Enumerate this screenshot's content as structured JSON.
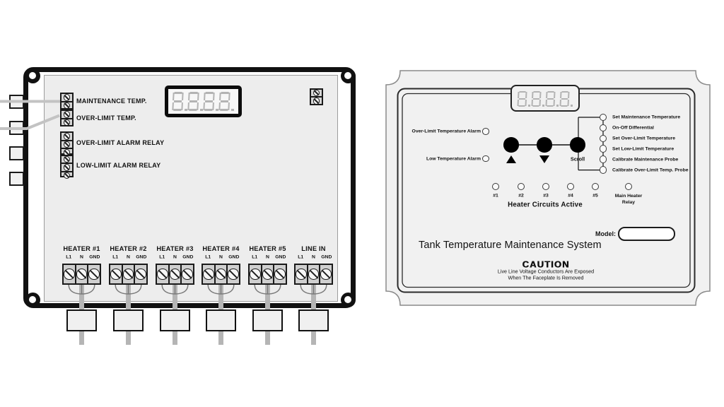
{
  "left_unit": {
    "display_value": "8.8.8.8.",
    "terminal_labels": [
      "MAINTENANCE TEMP.",
      "OVER-LIMIT TEMP.",
      "OVER-LIMIT ALARM RELAY",
      "LOW-LIMIT ALARM RELAY"
    ],
    "power": {
      "groups": [
        "HEATER #1",
        "HEATER #2",
        "HEATER #3",
        "HEATER #4",
        "HEATER #5",
        "LINE IN"
      ],
      "pins": [
        "L1",
        "N",
        "GND"
      ]
    }
  },
  "faceplate": {
    "display_value": "8.8.8.8.",
    "alarm_labels": [
      "Over-Limit Temperature Alarm",
      "Low Temperature Alarm"
    ],
    "scroll_label": "Scroll",
    "menu_labels": [
      "Set Maintenance Temperature",
      "On-Off Differential",
      "Set Over-Limit Temperature",
      "Set Low-Limit Temperature",
      "Calibrate Maintenance Probe",
      "Calibrate Over-Limit Temp. Probe"
    ],
    "heater_led_labels": [
      "#1",
      "#2",
      "#3",
      "#4",
      "#5"
    ],
    "main_heater_label": "Main Heater\nRelay",
    "heater_caption": "Heater Circuits Active",
    "model_label": "Model:",
    "title": "Tank Temperature Maintenance System",
    "caution_heading": "CAUTION",
    "caution_line1": "Live Line Voltage Conductors Are Exposed",
    "caution_line2": "When The Faceplate Is Removed"
  },
  "colors": {
    "plate_fill": "#f1f1f1",
    "panel_fill": "#ededed",
    "wire": "#c3c3c3",
    "thick_wire": "#b5b5b5",
    "segment": "#b3b3b3",
    "line": "#1a1a1a"
  }
}
